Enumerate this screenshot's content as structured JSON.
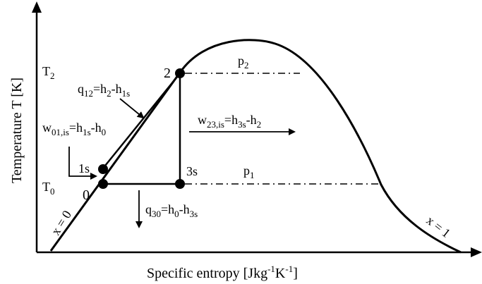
{
  "axes": {
    "y_label": "Temperature T [K]",
    "x_label_main": "Specific entropy [Jkg",
    "x_label_exp1": "-1",
    "x_label_mid": "K",
    "x_label_exp2": "-1",
    "x_label_end": "]"
  },
  "levels": {
    "T2": {
      "base": "T",
      "sub": "2"
    },
    "T0": {
      "base": "T",
      "sub": "0"
    }
  },
  "isobars": {
    "p2": {
      "base": "p",
      "sub": "2"
    },
    "p1": {
      "base": "p",
      "sub": "1"
    }
  },
  "states": {
    "s2": "2",
    "s1s": "1s",
    "s0": "0",
    "s3s": "3s"
  },
  "quality_lines": {
    "left": "x = 0",
    "right": "x = 1"
  },
  "equations": {
    "q12": {
      "a": "q",
      "a_sub": "12",
      "b": "=h",
      "b_sub": "2",
      "c": "-h",
      "c_sub": "1s"
    },
    "w01": {
      "a": "w",
      "a_sub": "01,is",
      "b": "=h",
      "b_sub": "1s",
      "c": "-h",
      "c_sub": "0"
    },
    "w23": {
      "a": "w",
      "a_sub": "23,is",
      "b": "=h",
      "b_sub": "3s",
      "c": "-h",
      "c_sub": "2"
    },
    "q30": {
      "a": "q",
      "a_sub": "30",
      "b": "=h",
      "b_sub": "0",
      "c": "-h",
      "c_sub": "3s"
    }
  },
  "colors": {
    "line": "#000000",
    "background": "#ffffff"
  }
}
